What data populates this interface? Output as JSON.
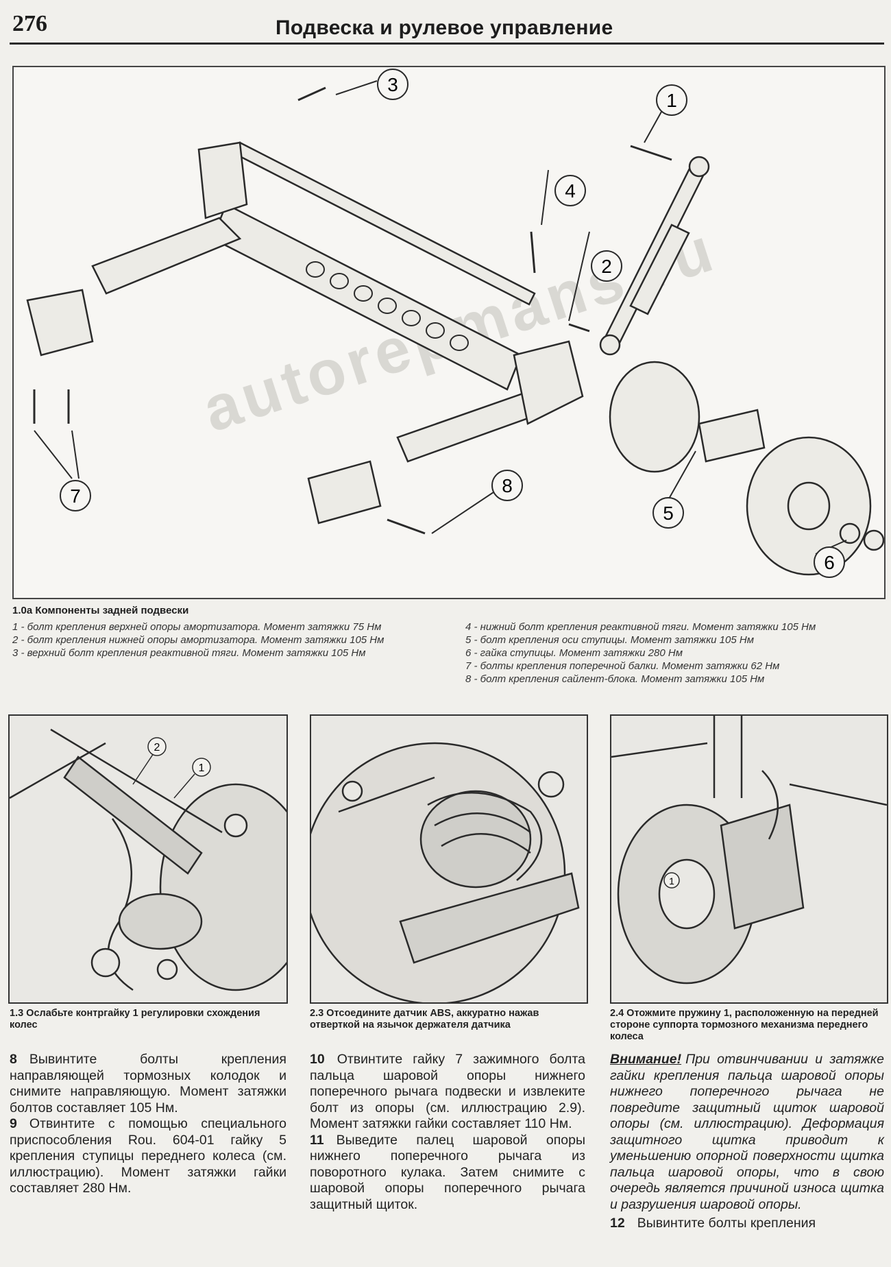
{
  "header": {
    "page_number": "276",
    "chapter_title": "Подвеска и рулевое управление"
  },
  "figure_main": {
    "callouts": [
      "1",
      "2",
      "3",
      "4",
      "5",
      "6",
      "7",
      "8"
    ],
    "watermark": "autorepmans.ru",
    "caption_title": "1.0a Компоненты задней подвески",
    "legend_left": [
      "1 - болт крепления верхней опоры амортизатора. Момент затяжки 75 Нм",
      "2 - болт крепления нижней опоры амортизатора. Момент затяжки 105 Нм",
      "3 - верхний болт крепления реактивной тяги. Момент затяжки 105 Нм"
    ],
    "legend_right": [
      "4 - нижний болт крепления реактивной тяги. Момент затяжки 105 Нм",
      "5 - болт крепления оси ступицы. Момент затяжки 105 Нм",
      "6 - гайка ступицы. Момент затяжки 280 Нм",
      "7 - болты крепления поперечной балки. Момент затяжки 62 Нм",
      "8 - болт крепления сайлент-блока. Момент затяжки 105 Нм"
    ]
  },
  "photos": [
    {
      "callouts": [
        "1",
        "2"
      ],
      "caption": "1.3 Ослабьте контргайку 1 регулировки схождения колес"
    },
    {
      "callouts": [],
      "caption": "2.3 Отсоедините датчик ABS, аккуратно нажав отверткой на язычок держателя датчика"
    },
    {
      "callouts": [
        "1"
      ],
      "caption": "2.4 Отожмите пружину 1, расположенную на передней стороне суппорта тормозного механизма переднего колеса"
    }
  ],
  "text": {
    "col1": [
      {
        "num": "8",
        "body": "Вывинтите болты крепления направляющей тормозных колодок и снимите направляющую. Момент затяжки болтов составляет 105 Нм."
      },
      {
        "num": "9",
        "body": "Отвинтите с помощью специального приспособления Rou. 604-01 гайку 5 крепления ступицы переднего колеса (см. иллюстрацию). Момент затяжки гайки составляет 280 Нм."
      }
    ],
    "col2": [
      {
        "num": "10",
        "body": "Отвинтите гайку 7 зажимного болта пальца шаровой опоры нижнего поперечного рычага подвески и извлеките болт из опоры (см. иллюстрацию 2.9). Момент затяжки гайки составляет 110 Нм."
      },
      {
        "num": "11",
        "body": "Выведите палец шаровой опоры нижнего поперечного рычага из поворотного кулака. Затем снимите с шаровой опоры поперечного рычага защитный щиток."
      }
    ],
    "col3": {
      "warning_label": "Внимание!",
      "warning_body": "При отвинчивании и затяжке гайки крепления пальца шаровой опоры нижнего поперечного рычага не повредите защитный щиток шаровой опоры (см. иллюстрацию). Деформация защитного щитка приводит к уменьшению опорной поверхности щитка пальца шаровой опоры, что в свою очередь является причиной износа щитка и разрушения шаровой опоры.",
      "step": {
        "num": "12",
        "body": "Вывинтите болты крепления"
      }
    }
  }
}
